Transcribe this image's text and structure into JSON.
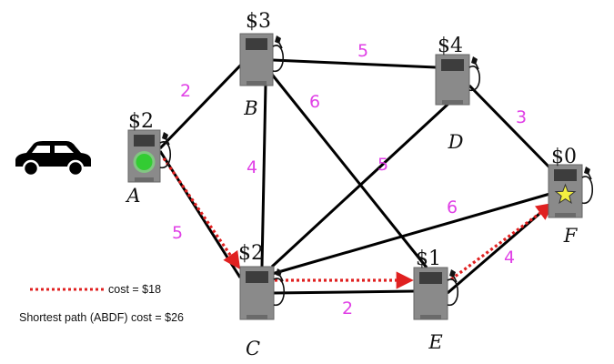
{
  "nodes": [
    {
      "id": "A",
      "label": "A",
      "price": "$2",
      "is_start": true
    },
    {
      "id": "B",
      "label": "B",
      "price": "$3"
    },
    {
      "id": "C",
      "label": "C",
      "price": "$2"
    },
    {
      "id": "D",
      "label": "D",
      "price": "$4"
    },
    {
      "id": "E",
      "label": "E",
      "price": "$1"
    },
    {
      "id": "F",
      "label": "F",
      "price": "$0",
      "is_goal": true
    }
  ],
  "edges": [
    {
      "from": "A",
      "to": "B",
      "weight": "2"
    },
    {
      "from": "A",
      "to": "C",
      "weight": "5",
      "highlighted": true
    },
    {
      "from": "B",
      "to": "C",
      "weight": "4"
    },
    {
      "from": "B",
      "to": "D",
      "weight": "5"
    },
    {
      "from": "B",
      "to": "E",
      "weight": "6"
    },
    {
      "from": "C",
      "to": "D",
      "weight": "5"
    },
    {
      "from": "C",
      "to": "E",
      "weight": "2",
      "highlighted": true
    },
    {
      "from": "C",
      "to": "F",
      "weight": "6"
    },
    {
      "from": "D",
      "to": "F",
      "weight": "3"
    },
    {
      "from": "E",
      "to": "F",
      "weight": "4",
      "highlighted": true
    }
  ],
  "legend": {
    "dotted_label": "cost = $18",
    "shortest_label": "Shortest path (ABDF) cost = $26"
  },
  "colors": {
    "edge": "#000000",
    "highlight": "#e02020",
    "weight_text": "#e040e6",
    "pump": "#8a8a8a",
    "start_light": "#33cc33",
    "goal_star": "#f4f040"
  },
  "icons": {
    "car": "car-icon",
    "pump": "gas-pump-icon",
    "start": "green-light-icon",
    "goal": "star-icon"
  }
}
